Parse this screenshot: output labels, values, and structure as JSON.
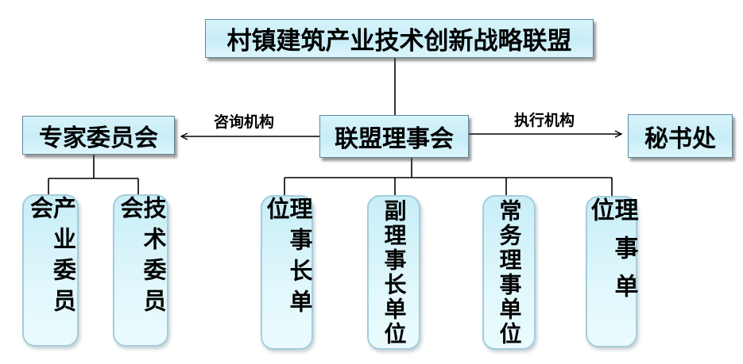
{
  "org_chart": {
    "root": {
      "label": "村镇建筑产业技术创新战略联盟"
    },
    "council": {
      "label": "联盟理事会"
    },
    "advisory_committee": {
      "label": "专家委员会"
    },
    "secretariat": {
      "label": "秘书处"
    },
    "edges": {
      "advisory_label": "咨询机构",
      "executive_label": "执行机构"
    },
    "advisory_children": [
      {
        "label": "产业委员会"
      },
      {
        "label": "技术委员会"
      }
    ],
    "council_children": [
      {
        "label": "理事长单位"
      },
      {
        "label": "副理事长单位"
      },
      {
        "label": "常务理事单位"
      },
      {
        "label": "理事单位"
      }
    ],
    "colors": {
      "node_fill": "#c9edf7",
      "node_fill_light": "#e6f9fc",
      "rect_node_border": "#5f8899",
      "round_node_border": "#a5cddc",
      "connector": "#000000",
      "background": "#ffffff"
    }
  }
}
